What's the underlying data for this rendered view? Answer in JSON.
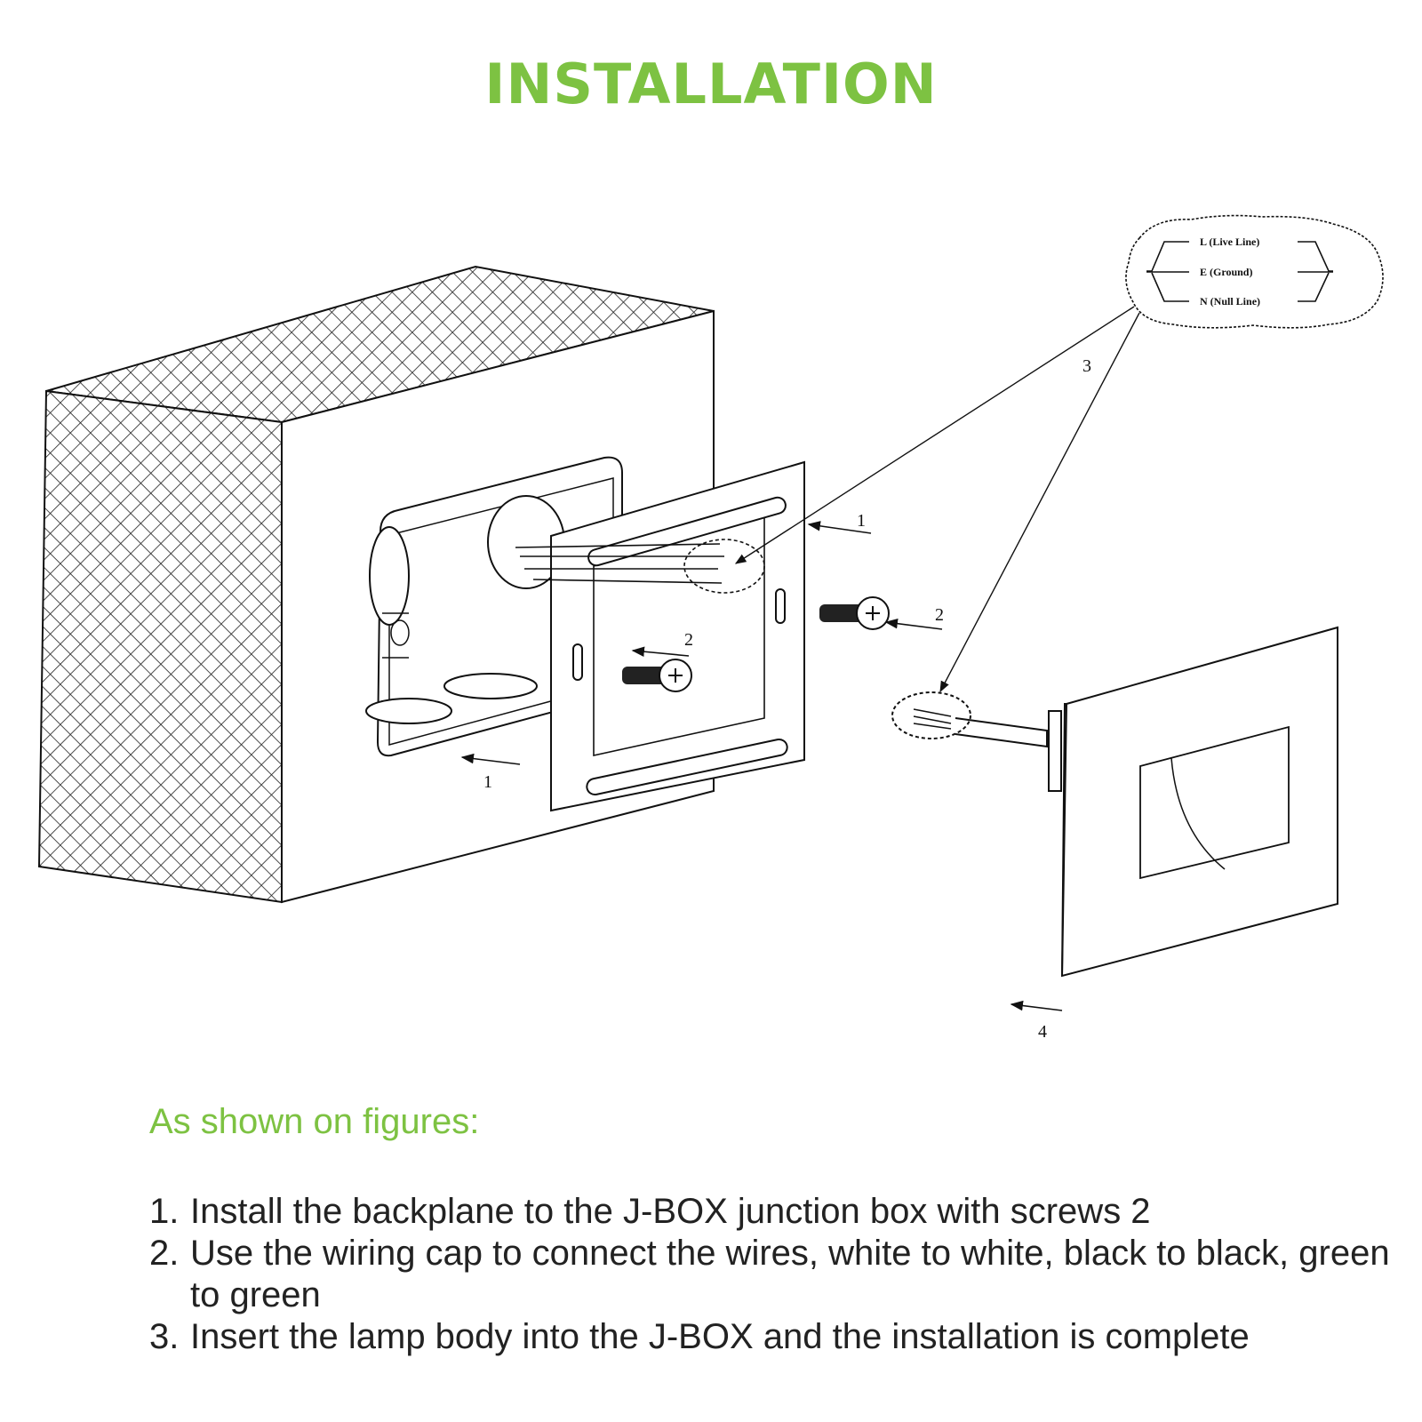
{
  "title": "INSTALLATION",
  "diagram": {
    "callouts": {
      "box_arrow": "1",
      "plate_arrow": "1",
      "screw_inner": "2",
      "screw_outer": "2",
      "wiring_leader": "3",
      "lamp_arrow": "4"
    },
    "wire_legend": [
      {
        "code": "L",
        "name": "(Live Line)"
      },
      {
        "code": "E",
        "name": "(Ground)"
      },
      {
        "code": "N",
        "name": "(Null Line)"
      }
    ]
  },
  "instructions": {
    "heading": "As shown on figures:",
    "steps": [
      {
        "num": "1.",
        "text": "Install the backplane to the J-BOX junction box with screws 2"
      },
      {
        "num": "2.",
        "text": "Use the wiring cap to connect the wires, white to white, black to black, green to green"
      },
      {
        "num": "3.",
        "text": "Insert the lamp body into the J-BOX and the installation is complete"
      }
    ]
  },
  "colors": {
    "accent": "#7dc242",
    "text": "#222222",
    "line": "#111111"
  }
}
